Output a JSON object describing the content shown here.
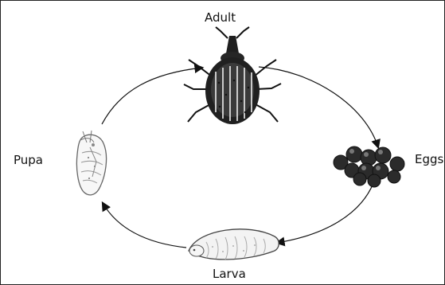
{
  "diagram": {
    "stages": [
      {
        "key": "adult",
        "label": "Adult",
        "icon": "weevil-adult-icon"
      },
      {
        "key": "eggs",
        "label": "Eggs",
        "icon": "egg-cluster-icon"
      },
      {
        "key": "larva",
        "label": "Larva",
        "icon": "larva-icon"
      },
      {
        "key": "pupa",
        "label": "Pupa",
        "icon": "pupa-icon"
      }
    ],
    "colors": {
      "ink": "#111111",
      "shell": "#2b2b2b",
      "larva_fill": "#f3f3f3",
      "pupa_fill": "#f7f7f7"
    }
  }
}
